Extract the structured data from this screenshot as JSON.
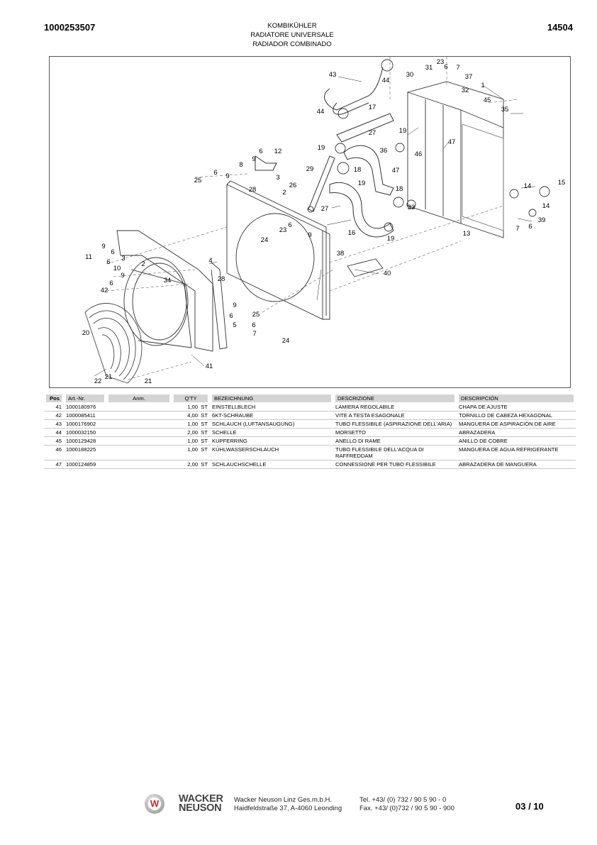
{
  "header": {
    "document_number": "1000253507",
    "titles": [
      "KOMBIKÜHLER",
      "RADIATORE UNIVERSALE",
      "RADIADOR COMBINADO"
    ],
    "page_id": "14504"
  },
  "diagram": {
    "callouts": [
      "43",
      "44",
      "30",
      "31",
      "23",
      "6",
      "7",
      "37",
      "32",
      "1",
      "45",
      "35",
      "44",
      "17",
      "27",
      "19",
      "47",
      "46",
      "36",
      "19",
      "6",
      "12",
      "9",
      "8",
      "3",
      "26",
      "2",
      "29",
      "18",
      "47",
      "6",
      "9",
      "25",
      "28",
      "19",
      "18",
      "14",
      "15",
      "27",
      "33",
      "14",
      "39",
      "7",
      "6",
      "13",
      "16",
      "19",
      "6",
      "23",
      "9",
      "24",
      "38",
      "40",
      "9",
      "6",
      "11",
      "3",
      "6",
      "10",
      "2",
      "4",
      "34",
      "9",
      "6",
      "42",
      "28",
      "9",
      "6",
      "25",
      "5",
      "6",
      "7",
      "24",
      "20",
      "41",
      "21",
      "22",
      "21"
    ]
  },
  "table": {
    "headers": [
      "Pos",
      "Art.-Nr.",
      "Anm.",
      "Q'TY",
      "BEZEICHNUNG",
      "DESCRIZIONE",
      "DESCRIPCIÓN"
    ],
    "rows": [
      {
        "pos": "41",
        "art": "1000180976",
        "anm": "",
        "qty": "1,00  ST",
        "bez": "EINSTELLBLECH",
        "it": "LAMIERA REGOLABILE",
        "es": "CHAPA DE AJUSTE"
      },
      {
        "pos": "42",
        "art": "1000085411",
        "anm": "",
        "qty": "4,00  ST",
        "bez": "6KT-SCHRAUBE",
        "it": "VITE A TESTA ESAGONALE",
        "es": "TORNILLO DE CABEZA HEXAGONAL"
      },
      {
        "pos": "43",
        "art": "1000176902",
        "anm": "",
        "qty": "1,00  ST",
        "bez": "SCHLAUCH (LUFTANSAUGUNG)",
        "it": "TUBO FLESSIBILE (ASPIRAZIONE DELL'ARIA)",
        "es": "MANGUERA DE ASPIRACIÓN DE AIRE"
      },
      {
        "pos": "44",
        "art": "1000032150",
        "anm": "",
        "qty": "2,00  ST",
        "bez": "SCHELLE",
        "it": "MORSETTO",
        "es": "ABRAZADERA"
      },
      {
        "pos": "45",
        "art": "1000129428",
        "anm": "",
        "qty": "1,00  ST",
        "bez": "KUPFERRING",
        "it": "ANELLO DI RAME",
        "es": "ANILLO DE COBRE"
      },
      {
        "pos": "46",
        "art": "1000188225",
        "anm": "",
        "qty": "1,00  ST",
        "bez": "KÜHLWASSERSCHLAUCH",
        "it": "TUBO FLESSIBILE DELL'ACQUA DI RAFFREDDAM",
        "es": "MANGUERA DE AGUA REFRIGERANTE"
      },
      {
        "pos": "47",
        "art": "1000124859",
        "anm": "",
        "qty": "2,00  ST",
        "bez": "SCHLAUCHSCHELLE",
        "it": "CONNESSIONE PER TUBO FLESSIBILE",
        "es": "ABRAZADERA DE MANGUERA"
      }
    ]
  },
  "footer": {
    "logo_text": "W",
    "brand_line1": "WACKER",
    "brand_line2": "NEUSON",
    "company": "Wacker Neuson Linz  Ges.m.b.H.",
    "address": "Haidfeldstraße 37, A-4060 Leonding",
    "tel": "Tel.  +43/ (0) 732 / 90 5 90 - 0",
    "fax": "Fax. +43/ (0)732 / 90 5 90 - 900",
    "page": "03 / 10"
  }
}
